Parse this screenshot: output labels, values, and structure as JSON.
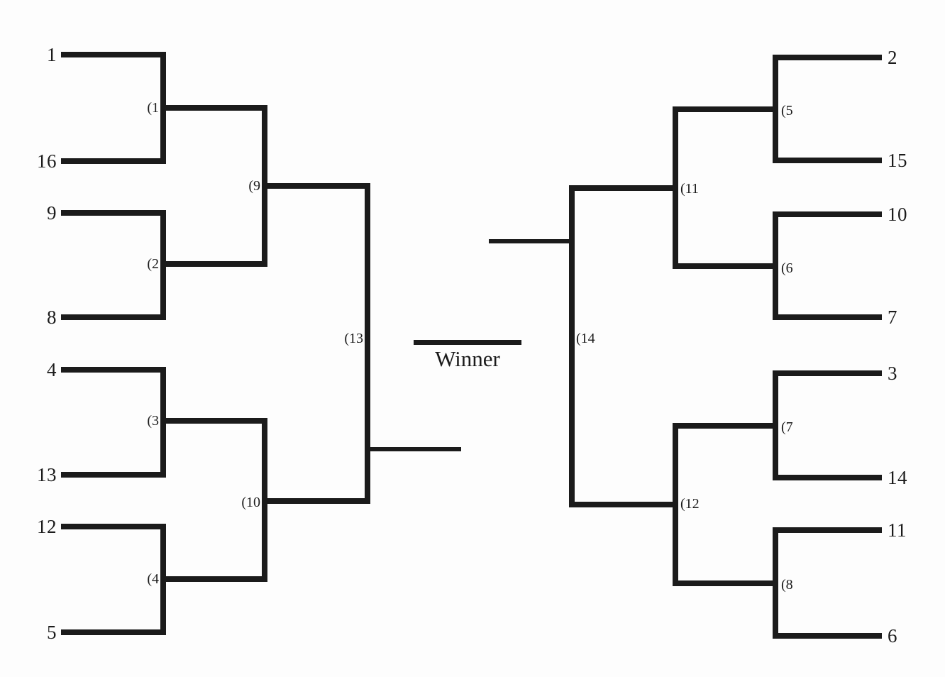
{
  "bracket": {
    "left": {
      "round1": [
        {
          "match_label": "(1",
          "top_seed": "1",
          "bottom_seed": "16"
        },
        {
          "match_label": "(2",
          "top_seed": "9",
          "bottom_seed": "8"
        },
        {
          "match_label": "(3",
          "top_seed": "4",
          "bottom_seed": "13"
        },
        {
          "match_label": "(4",
          "top_seed": "12",
          "bottom_seed": "5"
        }
      ],
      "round2": [
        {
          "match_label": "(9"
        },
        {
          "match_label": "(10"
        }
      ],
      "final": {
        "match_label": "(13"
      }
    },
    "right": {
      "round1": [
        {
          "match_label": "(5",
          "top_seed": "2",
          "bottom_seed": "15"
        },
        {
          "match_label": "(6",
          "top_seed": "10",
          "bottom_seed": "7"
        },
        {
          "match_label": "(7",
          "top_seed": "3",
          "bottom_seed": "14"
        },
        {
          "match_label": "(8",
          "top_seed": "11",
          "bottom_seed": "6"
        }
      ],
      "round2": [
        {
          "match_label": "(11"
        },
        {
          "match_label": "(12"
        }
      ],
      "final": {
        "match_label": "(14"
      }
    },
    "center": {
      "winner_label": "Winner"
    }
  },
  "colors": {
    "line": "#1b1b1b",
    "background": "#fdfdfd",
    "text": "#1b1b1b"
  }
}
